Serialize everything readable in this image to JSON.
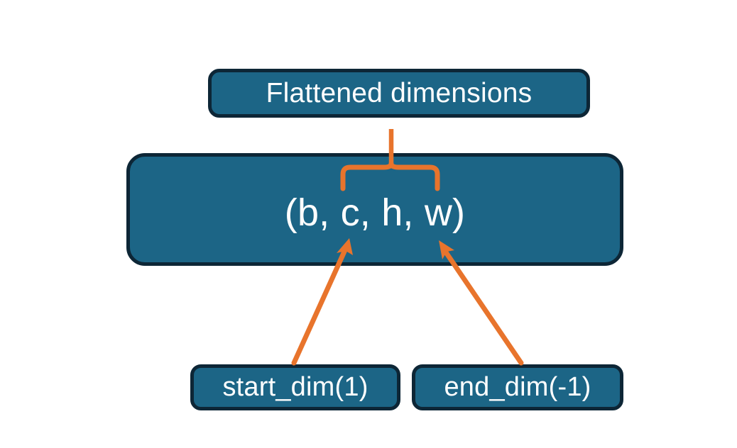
{
  "diagram": {
    "title_node": {
      "label": "Flattened dimensions",
      "name": "flattened-dimensions-box"
    },
    "shape_node": {
      "label": "(b, c, h, w)",
      "name": "tensor-shape-box"
    },
    "argument_nodes": [
      {
        "label": "start_dim(1)",
        "name": "start-dim-box"
      },
      {
        "label": "end_dim(-1)",
        "name": "end-dim-box"
      }
    ],
    "connectors": [
      {
        "name": "brace-connector",
        "kind": "curly-brace",
        "from": "flattened-dimensions-box",
        "to": "tensor-shape-box",
        "spans": "c, h, w"
      },
      {
        "name": "start-dim-arrow",
        "kind": "arrow",
        "from": "start-dim-box",
        "to": "tensor-shape-box"
      },
      {
        "name": "end-dim-arrow",
        "kind": "arrow",
        "from": "end-dim-box",
        "to": "tensor-shape-box"
      }
    ]
  },
  "colors": {
    "box_fill": "#1C6586",
    "box_border": "#0D2636",
    "box_text": "#FFFFFF",
    "connector": "#E8742C",
    "background": "#FFFFFF"
  }
}
